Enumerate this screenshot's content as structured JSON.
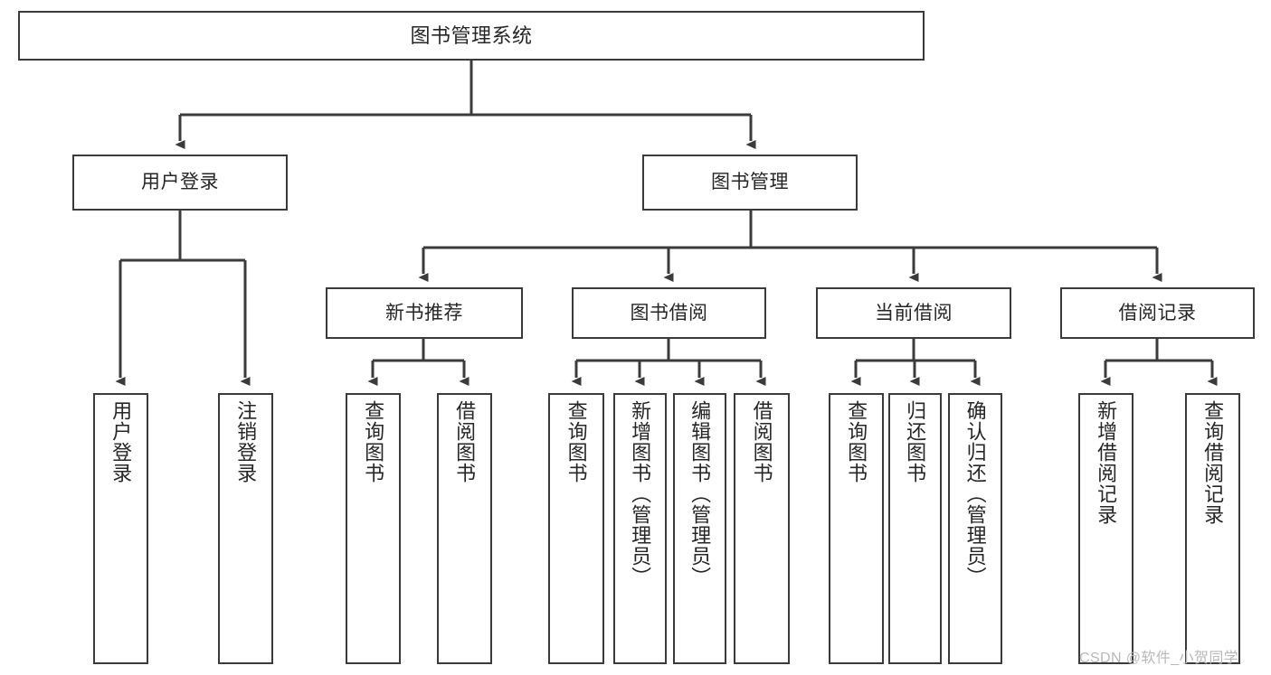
{
  "diagram": {
    "title": "图书管理系统",
    "type": "tree-hierarchy-chart",
    "root": {
      "id": "root",
      "label": "图书管理系统"
    },
    "tier2": [
      {
        "id": "user-login",
        "label": "用户登录"
      },
      {
        "id": "book-management",
        "label": "图书管理"
      }
    ],
    "tier3": [
      {
        "id": "new-book-recommend",
        "label": "新书推荐"
      },
      {
        "id": "book-borrow",
        "label": "图书借阅"
      },
      {
        "id": "current-borrow",
        "label": "当前借阅"
      },
      {
        "id": "borrow-record",
        "label": "借阅记录"
      }
    ],
    "leaves": {
      "user_login": [
        {
          "id": "leaf-user-login",
          "label": "用户登录"
        },
        {
          "id": "leaf-logout-login",
          "label": "注销登录"
        }
      ],
      "new_book_recommend": [
        {
          "id": "leaf-query-book-1",
          "label": "查询图书"
        },
        {
          "id": "leaf-borrow-book-1",
          "label": "借阅图书"
        }
      ],
      "book_borrow": [
        {
          "id": "leaf-query-book-2",
          "label": "查询图书"
        },
        {
          "id": "leaf-add-book",
          "label": "新增图书（管理员）"
        },
        {
          "id": "leaf-edit-book",
          "label": "编辑图书（管理员）"
        },
        {
          "id": "leaf-borrow-book-2",
          "label": "借阅图书"
        }
      ],
      "current_borrow": [
        {
          "id": "leaf-query-book-3",
          "label": "查询图书"
        },
        {
          "id": "leaf-return-book",
          "label": "归还图书"
        },
        {
          "id": "leaf-confirm-return",
          "label": "确认归还（管理员）"
        }
      ],
      "borrow_record": [
        {
          "id": "leaf-add-record",
          "label": "新增借阅记录"
        },
        {
          "id": "leaf-query-record",
          "label": "查询借阅记录"
        }
      ]
    },
    "colors": {
      "stroke": "#3b3b3b",
      "fill": "#ffffff",
      "text": "#262626",
      "watermark": "#b8b8b8"
    }
  },
  "watermark": {
    "text": "CSDN @软件_小贺同学"
  }
}
